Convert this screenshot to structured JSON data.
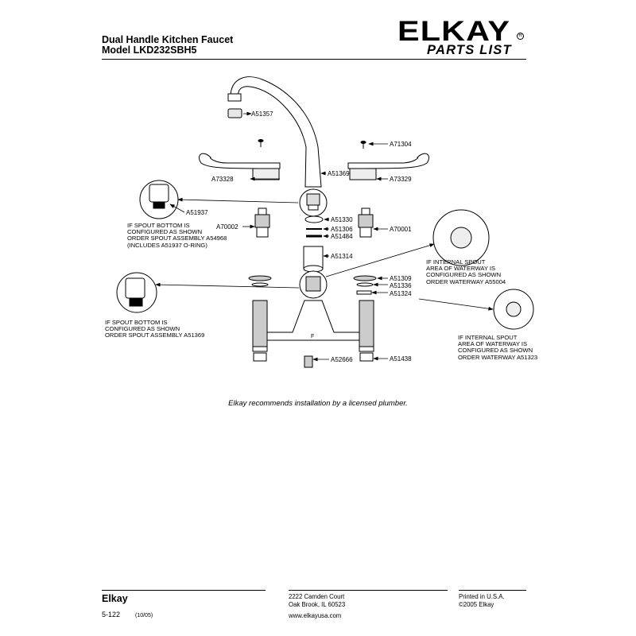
{
  "header": {
    "title_line1": "Dual Handle Kitchen Faucet",
    "title_line2": "Model LKD232SBH5",
    "brand": "ELKAY",
    "brand_mark": "R",
    "subtitle": "PARTS LIST"
  },
  "parts": {
    "A51357": "A51357",
    "A71304": "A71304",
    "A73328": "A73328",
    "A51369": "A51369",
    "A73329": "A73329",
    "A51937": "A51937",
    "A51330": "A51330",
    "A70002": "A70002",
    "A51306": "A51306",
    "A70001": "A70001",
    "A51484": "A51484",
    "A51314": "A51314",
    "A51309": "A51309",
    "A51336": "A51336",
    "A51324": "A51324",
    "A52666": "A52666",
    "A51438": "A51438"
  },
  "marks": {
    "F": "F"
  },
  "notes": {
    "spout_bottom_1": "IF SPOUT BOTTOM IS\nCONFIGURED AS SHOWN\nORDER SPOUT ASSEMBLY A54968\n(INCLUDES A51937 O-RING)",
    "spout_bottom_2": "IF SPOUT BOTTOM IS\nCONFIGURED AS SHOWN\nORDER SPOUT ASSEMBLY A51369",
    "waterway_1": "IF INTERNAL SPOUT\nAREA OF WATERWAY IS\nCONFIGURED AS SHOWN\nORDER WATERWAY A55004",
    "waterway_2": "IF INTERNAL SPOUT\nAREA OF WATERWAY IS\nCONFIGURED AS SHOWN\nORDER WATERWAY A51323"
  },
  "recommendation": "Elkay recommends installation by a licensed plumber.",
  "footer": {
    "brand": "Elkay",
    "address1": "2222 Camden Court",
    "address2": "Oak Brook, IL 60523",
    "website": "www.elkayusa.com",
    "printed": "Printed in U.S.A.",
    "copyright": "©2005 Elkay",
    "doc_number": "5-122",
    "doc_date": "(10/05)"
  }
}
